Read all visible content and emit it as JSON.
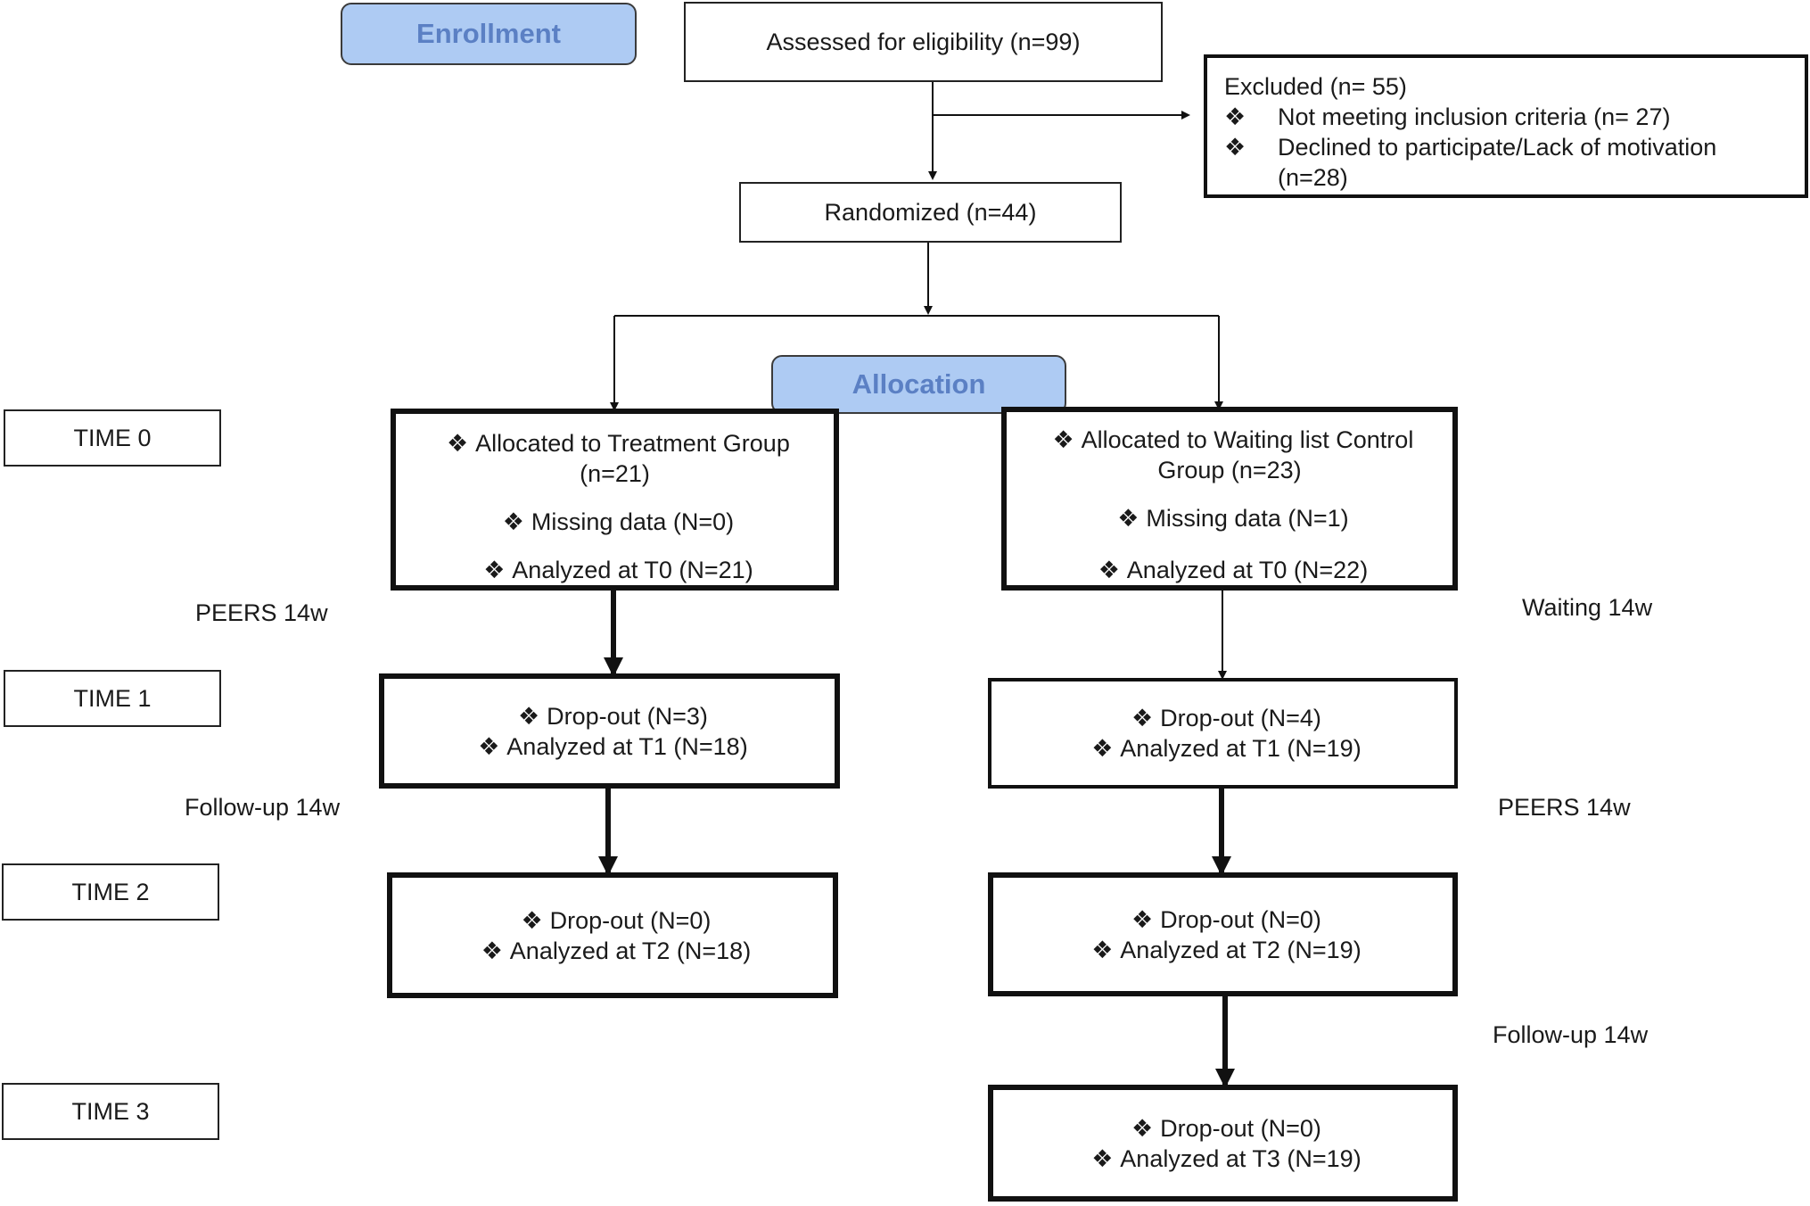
{
  "stages": {
    "enrollment": "Enrollment",
    "allocation": "Allocation"
  },
  "assessed": "Assessed for eligibility (n=99)",
  "excluded": {
    "title": "Excluded (n= 55)",
    "reasons": [
      "Not meeting inclusion criteria (n= 27)",
      "Declined to participate/Lack of motivation",
      "(n=28)"
    ]
  },
  "randomized": "Randomized  (n=44)",
  "bullet": "❖",
  "times": [
    "TIME  0",
    "TIME  1",
    "TIME  2",
    "TIME  3"
  ],
  "treatment": {
    "t0": [
      "Allocated to Treatment  Group",
      "(n=21)",
      "Missing data (N=0)",
      "Analyzed at T0 (N=21)"
    ],
    "t1": [
      "Drop-out  (N=3)",
      "Analyzed at T1 (N=18)"
    ],
    "t2": [
      "Drop-out  (N=0)",
      "Analyzed at T2 (N=18)"
    ]
  },
  "control": {
    "t0": [
      "Allocated to Waiting list Control",
      "Group (n=23)",
      "Missing data (N=1)",
      "Analyzed at T0 (N=22)"
    ],
    "t1": [
      "Drop-out  (N=4)",
      "Analyzed at T1 (N=19)"
    ],
    "t2": [
      "Drop-out  (N=0)",
      "Analyzed at T2 (N=19)"
    ],
    "t3": [
      "Drop-out  (N=0)",
      "Analyzed at T3 (N=19)"
    ]
  },
  "phases": {
    "treatment_t0_t1": "PEERS 14w",
    "treatment_t1_t2": "Follow-up  14w",
    "control_t0_t1": "Waiting 14w",
    "control_t1_t2": "PEERS 14w",
    "control_t2_t3": "Follow-up  14w"
  }
}
